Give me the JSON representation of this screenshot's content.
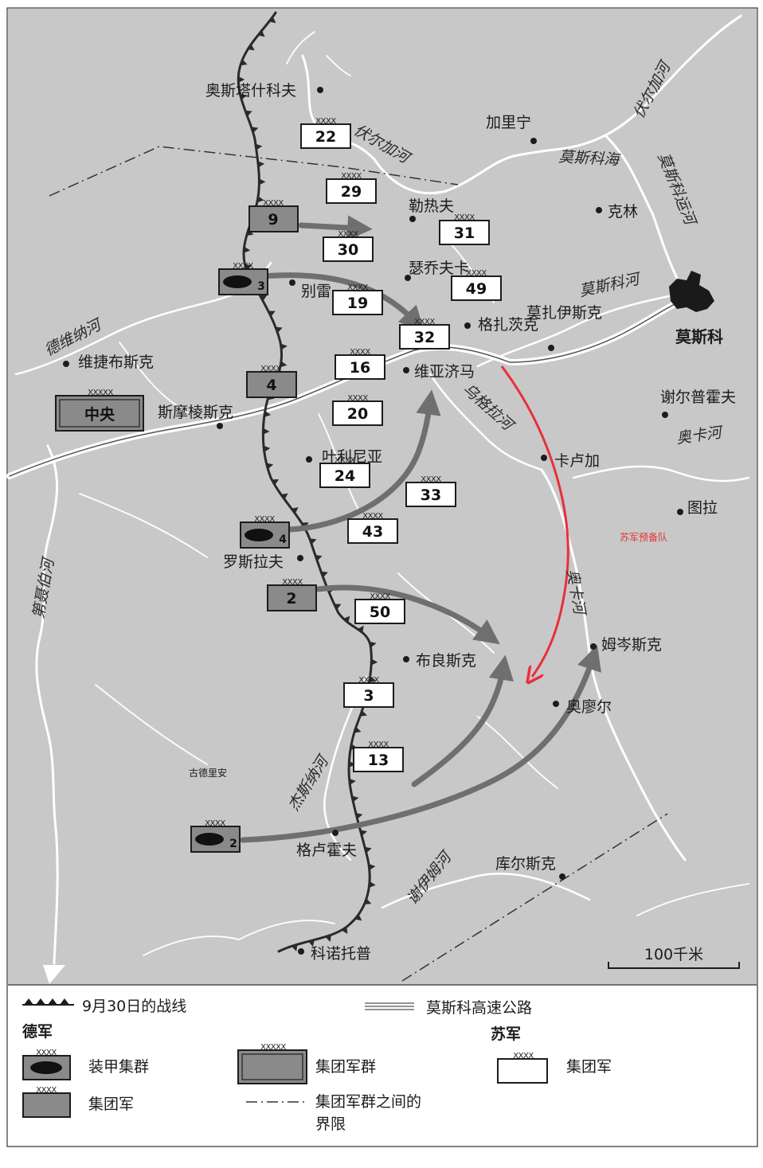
{
  "colors": {
    "land": "#c8c8c8",
    "river": "#ffffff",
    "front": "#2a2a2a",
    "german_unit": "#8a8a8a",
    "soviet_unit": "#ffffff",
    "arrow": "#6f6f6f",
    "red_arrow": "#e8303a",
    "red_label": "#e53535"
  },
  "cities": [
    {
      "name": "奥斯塔什科夫"
    },
    {
      "name": "加里宁"
    },
    {
      "name": "勒热夫"
    },
    {
      "name": "克林"
    },
    {
      "name": "瑟乔夫卡"
    },
    {
      "name": "别雷"
    },
    {
      "name": "格扎茨克"
    },
    {
      "name": "莫扎伊斯克"
    },
    {
      "name": "莫斯科"
    },
    {
      "name": "维捷布斯克"
    },
    {
      "name": "维亚济马"
    },
    {
      "name": "斯摩棱斯克"
    },
    {
      "name": "谢尔普霍夫"
    },
    {
      "name": "叶利尼亚"
    },
    {
      "name": "卡卢加"
    },
    {
      "name": "图拉"
    },
    {
      "name": "罗斯拉夫"
    },
    {
      "name": "布良斯克"
    },
    {
      "name": "姆岑斯克"
    },
    {
      "name": "奥廖尔"
    },
    {
      "name": "古德里安"
    },
    {
      "name": "格卢霍夫"
    },
    {
      "name": "库尔斯克"
    },
    {
      "name": "科诺托普"
    }
  ],
  "rivers": [
    "伏尔加河",
    "伏尔加河",
    "莫斯科海",
    "莫斯科运河",
    "莫斯科河",
    "德维纳河",
    "乌格拉河",
    "奥卡河",
    "奥卡河",
    "第聂伯河",
    "杰斯纳河",
    "谢伊姆河"
  ],
  "soviet_armies": [
    "22",
    "29",
    "30",
    "31",
    "49",
    "19",
    "32",
    "16",
    "20",
    "24",
    "33",
    "43",
    "50",
    "3",
    "13"
  ],
  "german_units": {
    "army_group": "中央",
    "armies": [
      "9",
      "4",
      "2"
    ],
    "panzer_groups": [
      "3",
      "4",
      "2"
    ]
  },
  "echelon": {
    "army": "XXXX",
    "army_group": "XXXXX"
  },
  "annotation": {
    "soviet_reserve": "苏军预备队"
  },
  "scale": {
    "label": "100千米"
  },
  "legend": {
    "front_line": "9月30日的战线",
    "highway": "莫斯科高速公路",
    "german_heading": "德军",
    "soviet_heading": "苏军",
    "panzer_group": "装甲集群",
    "army_group": "集团军群",
    "soviet_army": "集团军",
    "german_army": "集团军",
    "boundary_line1": "集团军群之间的",
    "boundary_line2": "界限"
  }
}
